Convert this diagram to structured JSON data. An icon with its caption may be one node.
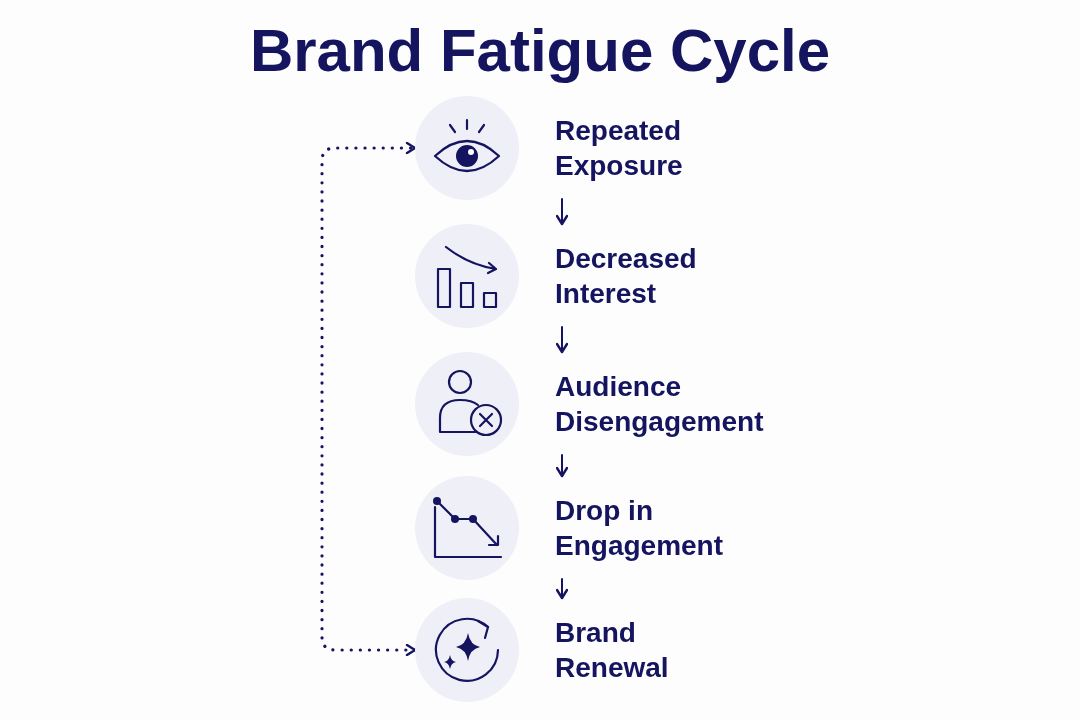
{
  "diagram": {
    "title": "Brand Fatigue Cycle",
    "nodes": [
      {
        "text": [
          "Repeated Exposure"
        ]
      },
      {
        "text": [
          "Decreased Interest"
        ]
      },
      {
        "text": [
          "Audience Disengagement"
        ]
      },
      {
        "text": [
          "Drop in Engagement"
        ]
      },
      {
        "text": [
          "Brand Renewal"
        ]
      }
    ],
    "edges": [
      {
        "from": 0,
        "to": 1,
        "arrow": "to"
      },
      {
        "from": 1,
        "to": 2,
        "arrow": "to"
      },
      {
        "from": 2,
        "to": 3,
        "arrow": "to"
      },
      {
        "from": 3,
        "to": 4,
        "arrow": "to"
      },
      {
        "from": 4,
        "to": 0,
        "arrow": "both",
        "style": "dashed"
      }
    ]
  }
}
